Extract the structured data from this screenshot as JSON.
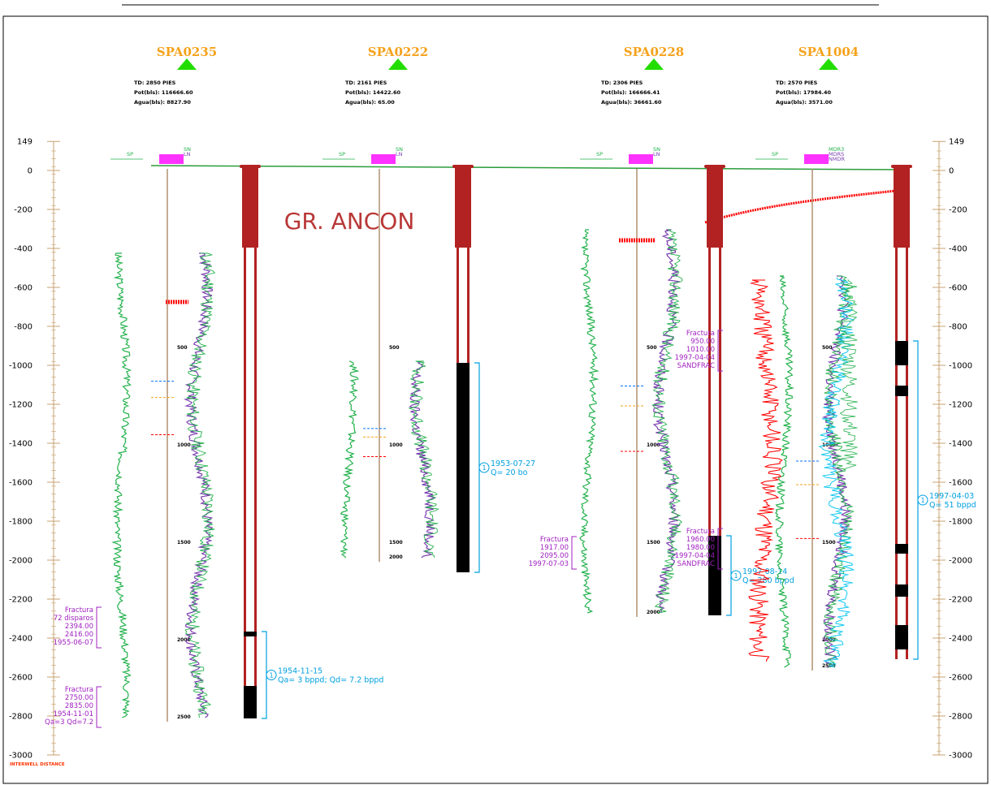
{
  "section_title": "GR. ANCON",
  "footer_label": "INTERWELL DISTANCE",
  "axis": {
    "top_label": "149",
    "ticks": [
      "0",
      "-200",
      "-400",
      "-600",
      "-800",
      "-1000",
      "-1200",
      "-1400",
      "-1600",
      "-1800",
      "-2000",
      "-2200",
      "-2400",
      "-2600",
      "-2800",
      "-3000"
    ],
    "values": [
      0,
      -200,
      -400,
      -600,
      -800,
      -1000,
      -1200,
      -1400,
      -1600,
      -1800,
      -2000,
      -2200,
      -2400,
      -2600,
      -2800,
      -3000
    ],
    "top_value": 149,
    "range": [
      149,
      -3000
    ]
  },
  "colors": {
    "wellname": "#f5a21b",
    "triangle": "#22dd00",
    "sp_curve": "#22b14c",
    "resistivity": "#7a3fb0",
    "gamma": "#ff0000",
    "cyan_curve": "#12c8f0",
    "casing": "#b22222",
    "axis": "#c8a070",
    "fracture_text": "#a020c0",
    "production_text": "#00a0e0"
  },
  "wells": [
    {
      "name": "SPA0235",
      "td": "TD: 2850 PIES",
      "pot": "Pot(bls): 116666.60",
      "agua": "Agua(bls): 8827.90",
      "curve_labels": [
        "SP",
        "SN",
        "LN"
      ],
      "depth_ticks": [
        "500",
        "1000",
        "1500",
        "2000",
        "2500"
      ],
      "fracturas": [
        {
          "lines": [
            "Fractura",
            "72 disparos",
            "2394.00",
            "2416.00",
            "1955-06-07"
          ]
        },
        {
          "lines": [
            "Fractura",
            "2750.00",
            "2835.00",
            "1954-11-01",
            "Qa=3 Qd=7.2"
          ]
        }
      ],
      "production": {
        "date": "1954-11-15",
        "detail": "Qa= 3 bppd; Qd= 7.2 bppd",
        "marker": "1"
      }
    },
    {
      "name": "SPA0222",
      "td": "TD: 2161 PIES",
      "pot": "Pot(bls): 14422.60",
      "agua": "Agua(bls): 65.00",
      "curve_labels": [
        "SP",
        "SN",
        "LN"
      ],
      "depth_ticks": [
        "500",
        "1000",
        "1500",
        "2000"
      ],
      "fracturas": [],
      "production": {
        "date": "1953-07-27",
        "detail": "Q= 20 bo",
        "marker": "1"
      }
    },
    {
      "name": "SPA0228",
      "td": "TD: 2306 PIES",
      "pot": "Pot(bls): 166666.41",
      "agua": "Agua(bls): 36661.60",
      "curve_labels": [
        "SP",
        "SN",
        "LN"
      ],
      "depth_ticks": [
        "500",
        "1000",
        "1500",
        "2000"
      ],
      "fracturas": [
        {
          "lines": [
            "Fractura",
            "1917.00",
            "2095.00",
            "1997-07-03"
          ]
        },
        {
          "lines": [
            "Fractura",
            "950.00",
            "1010.00",
            "1997-04-04",
            "SANDFRAC"
          ]
        },
        {
          "lines": [
            "Fractura",
            "1960.00",
            "1980.00",
            "1997-04-04",
            "SANDFRAC"
          ]
        }
      ],
      "production": {
        "date": "1997-08-14",
        "detail": "Q= 280 bppd",
        "marker": "1"
      }
    },
    {
      "name": "SPA1004",
      "td": "TD: 2570 PIES",
      "pot": "Pot(bls): 17984.40",
      "agua": "Agua(bls): 3571.00",
      "curve_labels": [
        "SP",
        "MDR3",
        "MDRS",
        "NMDR"
      ],
      "depth_ticks": [
        "500",
        "1000",
        "1500",
        "2000",
        "2500"
      ],
      "fracturas": [],
      "production": {
        "date": "1997-04-03",
        "detail": "Q= 51 bppd",
        "marker": "1"
      }
    }
  ]
}
